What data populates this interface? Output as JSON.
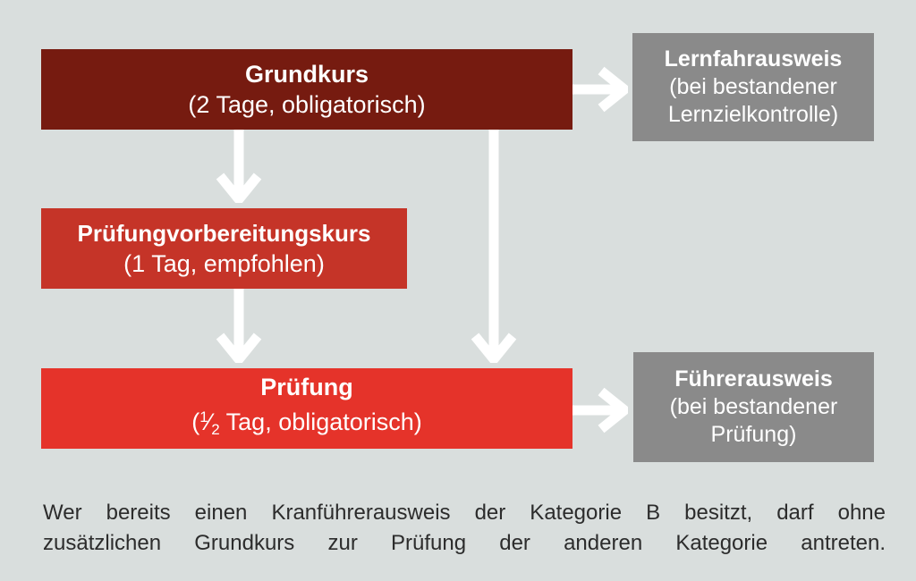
{
  "diagram": {
    "boxes": {
      "grundkurs": {
        "title": "Grundkurs",
        "subtitle": "(2 Tage, obligatorisch)",
        "color": "#761b10"
      },
      "lernfahrausweis": {
        "title": "Lernfahrausweis",
        "line2": "(bei bestandener",
        "line3": "Lernzielkontrolle)",
        "color": "#8a8a8a"
      },
      "pruefungvorbereitungskurs": {
        "title": "Prüfungvorbereitungskurs",
        "subtitle": "(1 Tag, empfohlen)",
        "color": "#c53428"
      },
      "pruefung": {
        "title": "Prüfung",
        "subtitle_open": "(",
        "subtitle_frac_num": "1",
        "subtitle_frac_slash": "⁄",
        "subtitle_frac_den": "2",
        "subtitle_rest": " Tag, obligatorisch)",
        "color": "#e5332a"
      },
      "fuehrerausweis": {
        "title": "Führerausweis",
        "line2": "(bei bestandener",
        "line3": "Prüfung)",
        "color": "#8a8a8a"
      }
    },
    "footnote": {
      "line1": "Wer bereits einen Kranführerausweis der Kategorie B besitzt, darf ohne",
      "line2": "zusätzlichen Grundkurs zur Prüfung der anderen Kategorie antreten."
    },
    "colors": {
      "background": "#d9dedd",
      "arrow": "#ffffff",
      "box_text": "#ffffff",
      "footnote_text": "#2c2c2c"
    }
  }
}
